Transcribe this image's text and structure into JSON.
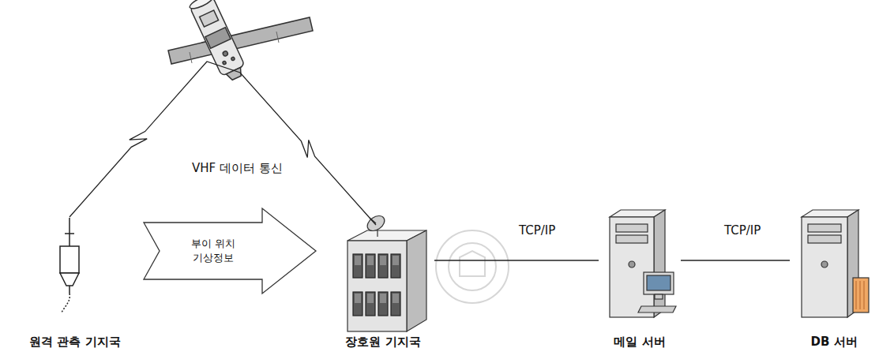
{
  "diagram": {
    "nodes": [
      {
        "text": [
          "원격 관측 기지국"
        ]
      },
      {
        "text": [
          "부이 위치 기상정보"
        ]
      },
      {
        "text": [
          "장호원 기지국"
        ]
      },
      {
        "text": [
          "메일 서버"
        ]
      },
      {
        "text": [
          "DB 서버"
        ]
      }
    ],
    "edges": [
      {
        "from": 0,
        "to": 2,
        "label": "VHF 데이터 통신",
        "arrow": "none"
      },
      {
        "from": 2,
        "to": 3,
        "label": "TCP/IP",
        "arrow": "none"
      },
      {
        "from": 3,
        "to": 4,
        "label": "TCP/IP",
        "arrow": "none"
      }
    ]
  }
}
